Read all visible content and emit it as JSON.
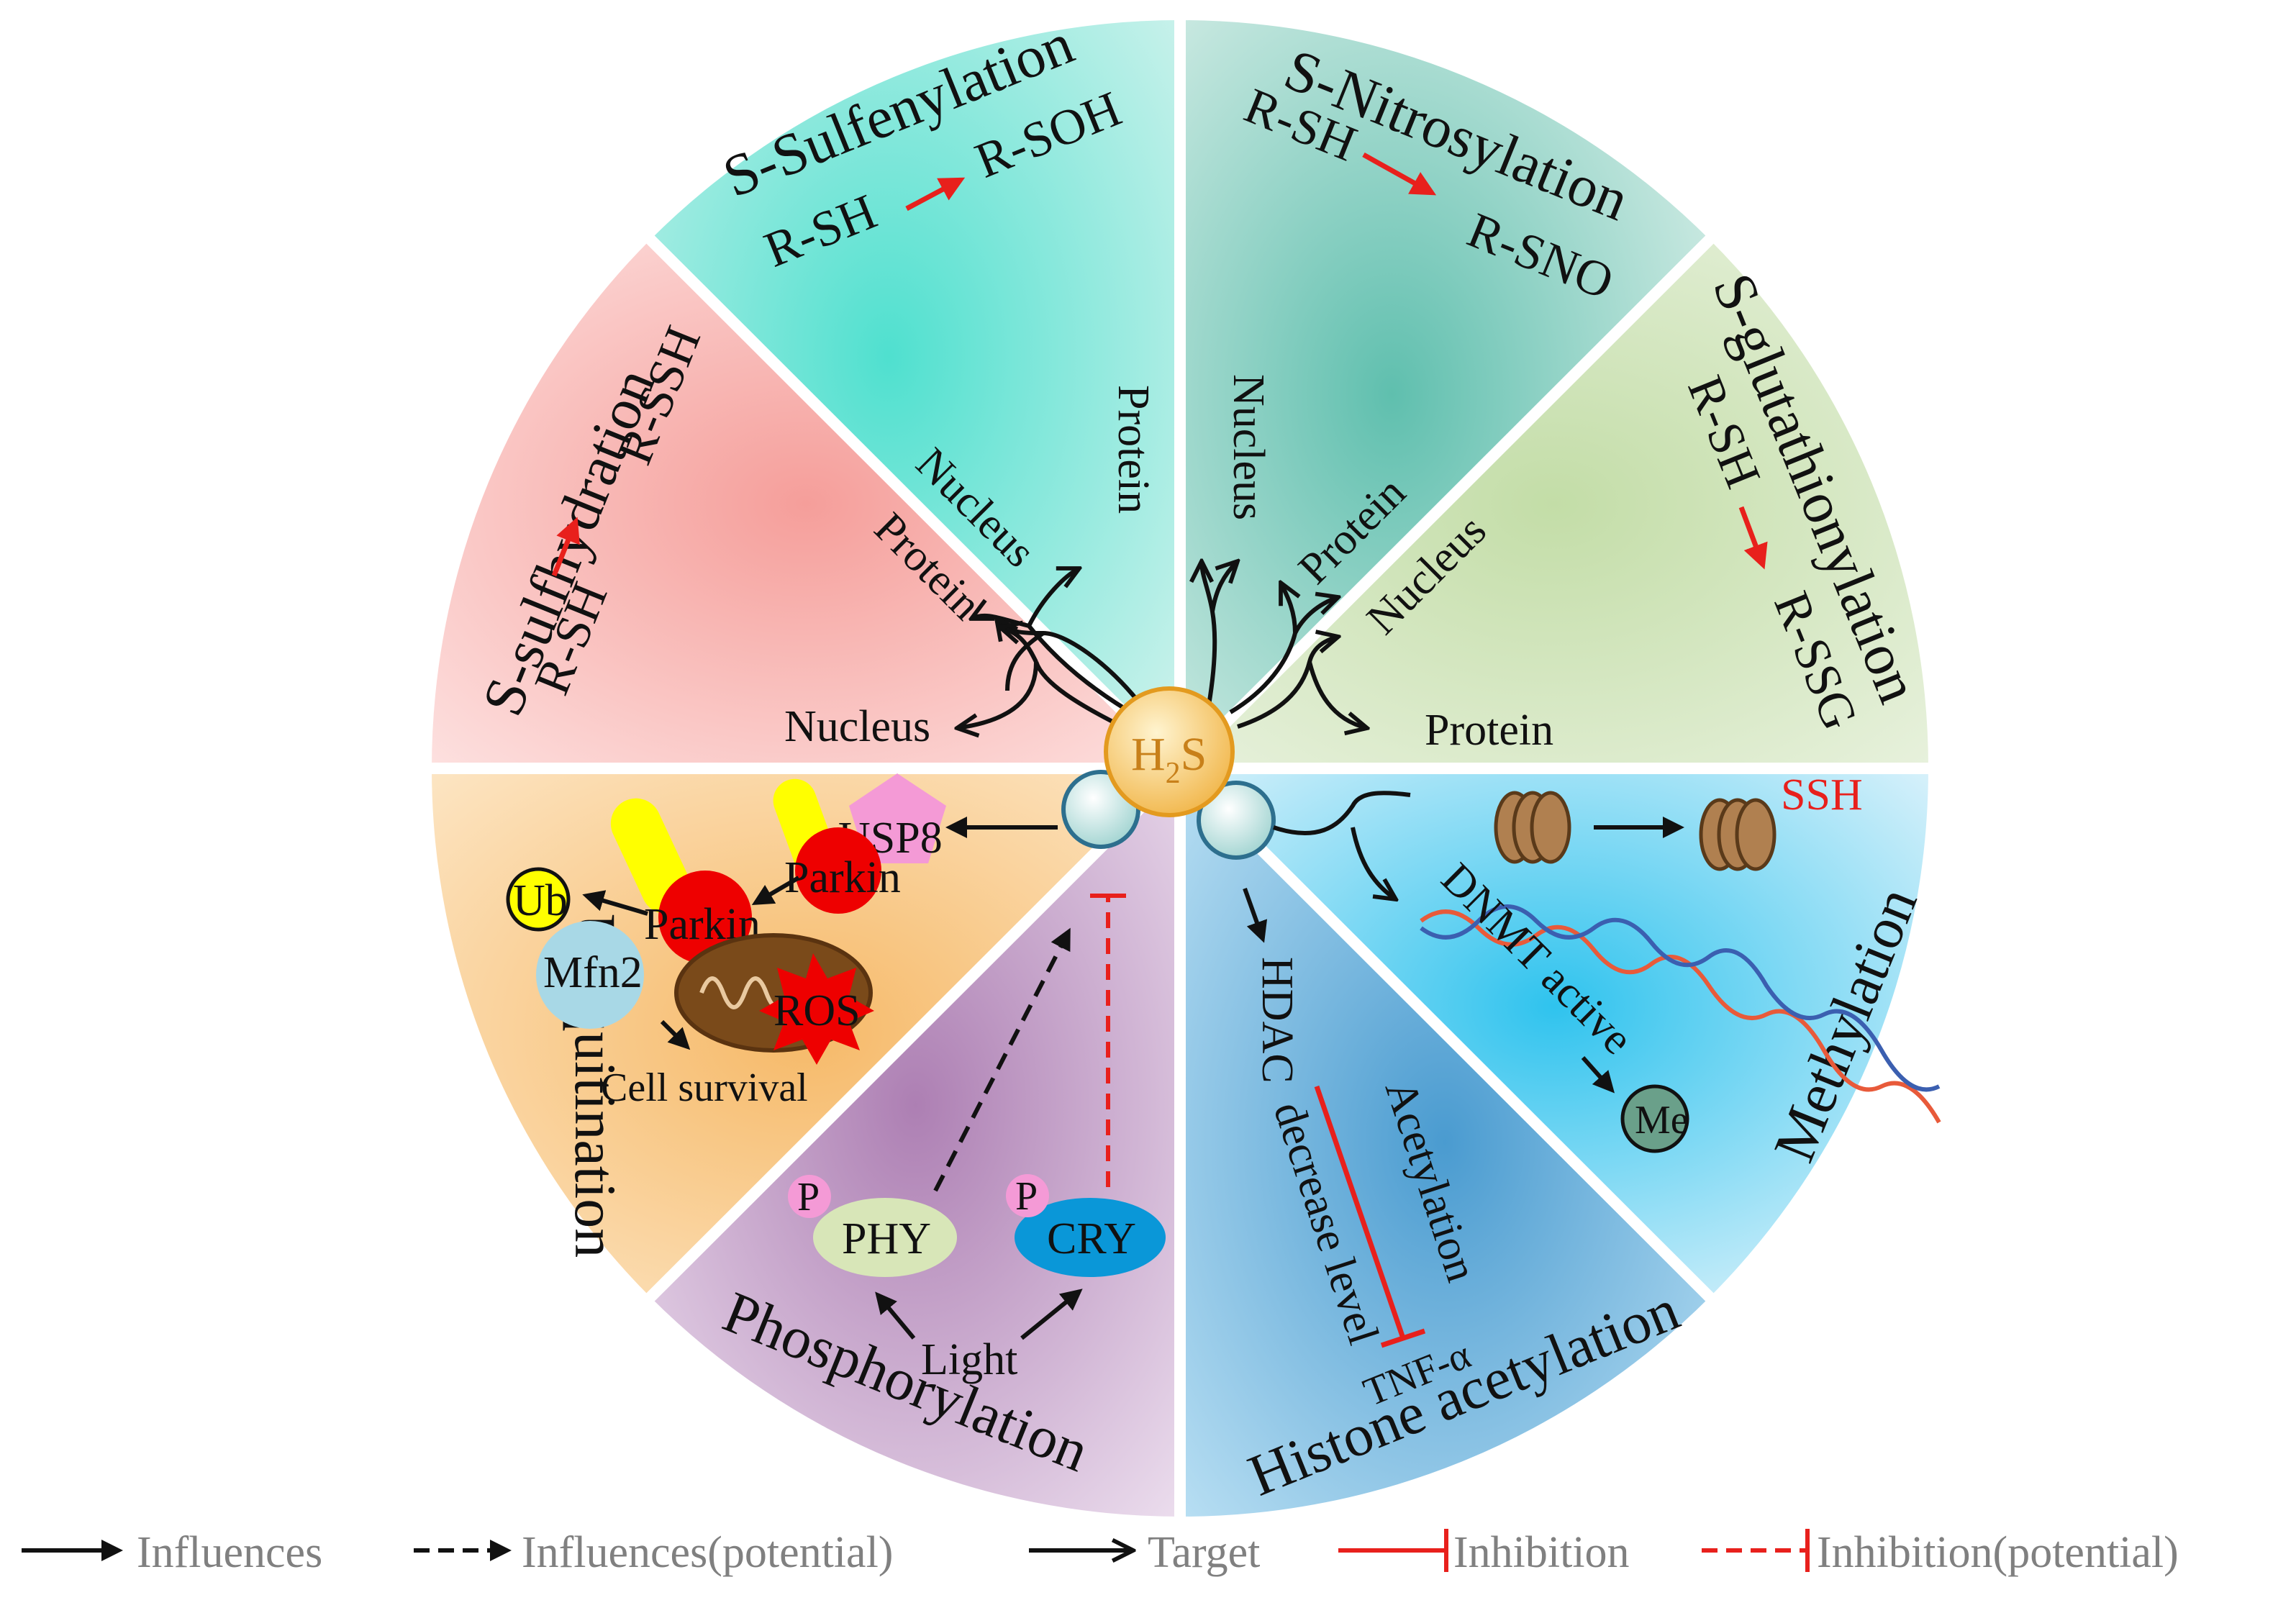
{
  "center": {
    "label_main": "H",
    "label_sub": "2",
    "label_end": "S"
  },
  "sectors": {
    "s_sulfenylation": {
      "title": "S-Sulfenylation",
      "reactant": "R-SH",
      "product": "R-SOH",
      "targets": [
        "Nucleus",
        "Protein"
      ],
      "color": "#5fd6c8"
    },
    "s_nitrosylation": {
      "title": "S-Nitrosylation",
      "reactant": "R-SH",
      "product": "R-SNO",
      "targets": [
        "Nucleus",
        "Protein"
      ],
      "color": "#58b9a6"
    },
    "s_glutathionylation": {
      "title": "S-glutathionylation",
      "reactant": "R-SH",
      "product": "R-SSG",
      "targets": [
        "Nucleus",
        "Protein"
      ],
      "color": "#b9d6a3"
    },
    "s_sulfhydration": {
      "title": "S-sulfhydration",
      "reactant": "R-SH",
      "product": "R-SSH",
      "targets": [
        "Protein",
        "Nucleus"
      ],
      "color": "#f6a9a6"
    },
    "methylation": {
      "title": "Methylation",
      "ssh_label": "SSH",
      "dnmt_label": "DNMT active",
      "me_label": "Me",
      "color": "#3fb6e3"
    },
    "histone_acetylation": {
      "title": "Histone acetylation",
      "hdac": "HDAC",
      "acetylation": "Acetylation",
      "decrease": "decrease level",
      "tnf": "TNF-α",
      "color": "#4f9fd0"
    },
    "phosphorylation": {
      "title": "Phosphorylation",
      "phy": "PHY",
      "cry": "CRY",
      "p": "P",
      "light": "Light",
      "color": "#b690bd"
    },
    "ubiquitination": {
      "title": "Ubiquitination",
      "ub": "Ub",
      "mfn2": "Mfn2",
      "parkin": "Parkin",
      "usp8": "USP8",
      "ros": "ROS",
      "cell_survival": "Cell survival",
      "color": "#f7c783"
    }
  },
  "legend": [
    {
      "label": "Influences",
      "style": "solid-arrow"
    },
    {
      "label": "Influences(potential)",
      "style": "dashed-arrow"
    },
    {
      "label": "Target",
      "style": "open-arrow"
    },
    {
      "label": "Inhibition",
      "style": "solid-inhibit"
    },
    {
      "label": "Inhibition(potential)",
      "style": "dashed-inhibit"
    }
  ],
  "colors": {
    "reaction_arrow": "#e8201c",
    "inhibition": "#e8201c",
    "center_fill": "#f5c76b",
    "center_stroke": "#e39a1f",
    "separator": "#ffffff",
    "legend_text": "#808080"
  }
}
